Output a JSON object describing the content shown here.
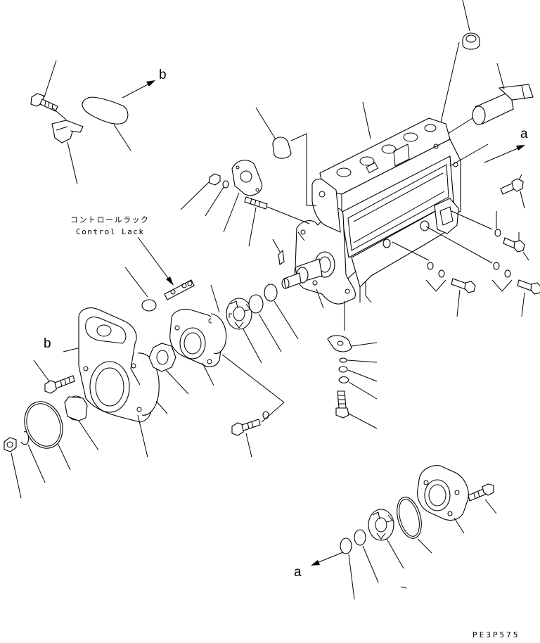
{
  "labels": {
    "ref_a_top": "a",
    "ref_b_top": "b",
    "ref_b_left": "b",
    "ref_a_bottom": "a",
    "control_rack_jp": "コントロールラック",
    "control_rack_en": "Control Lack",
    "drawing_code": "PE3P575"
  }
}
